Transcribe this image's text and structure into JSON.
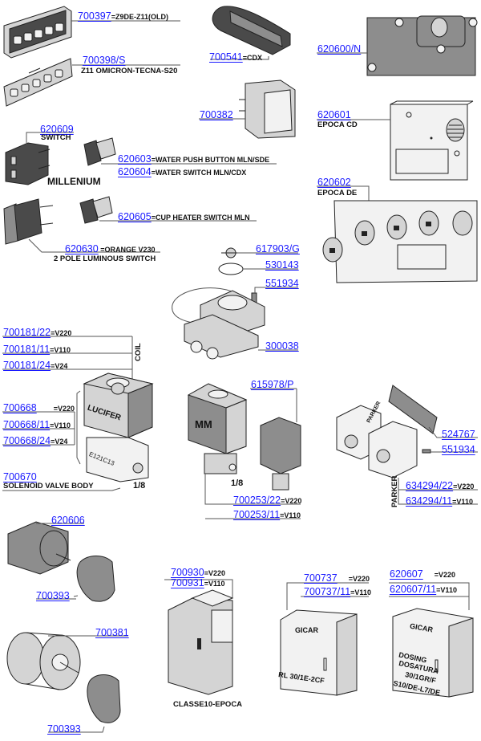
{
  "diagram": {
    "title": "Espresso machine electrical components exploded parts view",
    "colors": {
      "part_code": "#1a1aff",
      "text": "#111111",
      "leader_line": "#555555",
      "part_dark": "#4a4a4a",
      "part_mid": "#8d8d8d",
      "part_light": "#d4d4d4"
    },
    "groups": [
      {
        "id": "keypad-old",
        "code": "700397",
        "suffix": "=Z9DE-Z11(OLD)",
        "icon": "keypad-5-buttons-icon"
      },
      {
        "id": "keypad-s",
        "code": "700398/S",
        "desc": "Z11 OMICRON-TECNA-S20",
        "icon": "keypad-5-buttons-icon"
      },
      {
        "id": "cdx-panel",
        "code": "700541",
        "suffix": "=CDX",
        "icon": "oval-panel-icon"
      },
      {
        "id": "panel-n",
        "code": "620600/N",
        "icon": "control-panel-icon"
      },
      {
        "id": "rocker",
        "code": "700382",
        "icon": "rocker-switch-icon"
      },
      {
        "id": "epoca-cd",
        "code": "620601",
        "desc": "EPOCA CD",
        "icon": "control-panel-icon"
      },
      {
        "id": "switch",
        "code": "620609",
        "desc": "SWITCH",
        "icon": "square-switch-icon"
      },
      {
        "id": "millenium",
        "caption": "MILLENIUM"
      },
      {
        "id": "water-push",
        "code": "620603",
        "suffix": "=WATER PUSH BUTTON MLN/SDE",
        "icon": "push-button-icon"
      },
      {
        "id": "water-switch",
        "code": "620604",
        "suffix": "=WATER SWITCH MLN/CDX"
      },
      {
        "id": "epoca-de",
        "code": "620602",
        "desc": "EPOCA DE",
        "icon": "control-panel-5-buttons-icon"
      },
      {
        "id": "cup-heater",
        "code": "620605",
        "suffix": "=CUP HEATER SWITCH MLN",
        "icon": "push-button-icon"
      },
      {
        "id": "luminous",
        "code": "620630",
        "suffix": " =ORANGE V230",
        "desc": "2 POLE LUMINOUS SWITCH",
        "icon": "luminous-switch-icon"
      },
      {
        "id": "impeller",
        "code": "617903/G",
        "icon": "impeller-icon"
      },
      {
        "id": "oring",
        "code": "530143",
        "icon": "o-ring-icon"
      },
      {
        "id": "screw1",
        "code": "551934",
        "icon": "screw-icon"
      },
      {
        "id": "flowmeter",
        "code": "300038",
        "icon": "flowmeter-icon"
      },
      {
        "id": "coil-220",
        "code": "700181/22",
        "suffix": "=V220"
      },
      {
        "id": "coil-110",
        "code": "700181/11",
        "suffix": "=V110"
      },
      {
        "id": "coil-24",
        "code": "700181/24",
        "suffix": "=V24"
      },
      {
        "id": "coil-caption",
        "caption": "COIL"
      },
      {
        "id": "valve-220",
        "code": "700668",
        "suffix": "=V220"
      },
      {
        "id": "valve-110",
        "code": "700668/11",
        "suffix": "=V110"
      },
      {
        "id": "valve-24",
        "code": "700668/24",
        "suffix": "=V24"
      },
      {
        "id": "valve-body",
        "code": "700670",
        "desc": "SOLENOID VALVE BODY",
        "icon": "solenoid-valve-lucifer-icon"
      },
      {
        "id": "lucifer-thread",
        "caption": "1/8"
      },
      {
        "id": "lucifer-brand",
        "caption": "LUCIFER"
      },
      {
        "id": "lucifer-body-mark",
        "caption": "E121C13"
      },
      {
        "id": "coil-cap",
        "code": "615978/P",
        "icon": "coil-connector-icon"
      },
      {
        "id": "mm-220",
        "code": "700253/22",
        "suffix": "=V220"
      },
      {
        "id": "mm-110",
        "code": "700253/11",
        "suffix": "=V110"
      },
      {
        "id": "mm-thread",
        "caption": "1/8"
      },
      {
        "id": "mm-brand",
        "caption": "MM"
      },
      {
        "id": "parker-plate",
        "code": "524767",
        "icon": "manifold-plate-icon"
      },
      {
        "id": "screw2",
        "code": "551934",
        "icon": "screw-icon"
      },
      {
        "id": "parker-220",
        "code": "634294/22",
        "suffix": "=V220"
      },
      {
        "id": "parker-110",
        "code": "634294/11",
        "suffix": "=V110"
      },
      {
        "id": "parker-caption",
        "caption": "PARKER"
      },
      {
        "id": "parker-brand",
        "caption": "PARKER"
      },
      {
        "id": "rotary-switch",
        "code": "620606",
        "icon": "rotary-switch-icon"
      },
      {
        "id": "knob1",
        "code": "700393",
        "icon": "knob-icon"
      },
      {
        "id": "round-switch",
        "code": "700381",
        "icon": "round-rotary-switch-icon"
      },
      {
        "id": "knob2",
        "code": "700393",
        "icon": "knob-icon"
      },
      {
        "id": "contactor-220",
        "code": "700930",
        "suffix": "=V220"
      },
      {
        "id": "contactor-110",
        "code": "700931",
        "suffix": "=V110"
      },
      {
        "id": "contactor-caption",
        "caption": "CLASSE10-EPOCA",
        "icon": "contactor-icon"
      },
      {
        "id": "gicar1-220",
        "code": "700737",
        "suffix": "=V220"
      },
      {
        "id": "gicar1-110",
        "code": "700737/11",
        "suffix": "=V110"
      },
      {
        "id": "gicar2-220",
        "code": "620607",
        "suffix": "=V220"
      },
      {
        "id": "gicar2-110",
        "code": "620607/11",
        "suffix": "=V110"
      },
      {
        "id": "gicar1-brand",
        "caption": "GICAR",
        "icon": "control-box-icon"
      },
      {
        "id": "gicar1-model",
        "caption": "RL 30/1E-2CF"
      },
      {
        "id": "gicar2-brand",
        "caption": "GICAR",
        "icon": "control-box-icon"
      },
      {
        "id": "gicar2-dosing",
        "caption": "DOSING"
      },
      {
        "id": "gicar2-dosatura",
        "caption": "DOSATURA"
      },
      {
        "id": "gicar2-spec",
        "caption": "30/1GR/F"
      },
      {
        "id": "gicar2-model",
        "caption": "S10/DE-L7/DE"
      }
    ]
  }
}
